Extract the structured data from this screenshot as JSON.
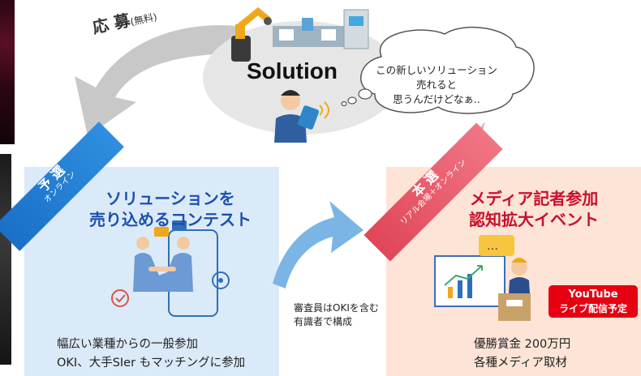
{
  "apply": {
    "label": "応 募",
    "free": "(無料)"
  },
  "solution": {
    "label": "Solution"
  },
  "thought": {
    "line1": "この新しいソリューション",
    "line2": "売れると",
    "line3": "思うんだけどなぁ.."
  },
  "yosen": {
    "ribbon_main": "予 選",
    "ribbon_sub": "オンライン",
    "title_line1": "ソリューションを",
    "title_line2": "売り込めるコンテスト",
    "desc_line1": "幅広い業種からの一般参加",
    "desc_line2": "OKI、大手SIer もマッチングに参加"
  },
  "judges": {
    "line1": "審査員はOKIを含む",
    "line2": "有識者で構成"
  },
  "honsen": {
    "ribbon_main": "本 選",
    "ribbon_sub": "リアル会場＋オンライン",
    "title_line1": "メディア記者参加",
    "title_line2": "認知拡大イベント",
    "desc_line1": "優勝賞金 200万円",
    "desc_line2": "各種メディア取材"
  },
  "youtube": {
    "line1": "YouTube",
    "line2": "ライブ配信予定"
  },
  "icons": {
    "robot_arm": "robot-arm-icon",
    "factory": "factory-line-icon",
    "person_tablet": "person-with-tablet-icon",
    "handshake": "handshake-icon",
    "presenter": "presenter-icon"
  },
  "colors": {
    "blue_title": "#1c4fb0",
    "red_title": "#c8102e",
    "yosen_bg": "#dbeaf8",
    "honsen_bg": "#fde4d6",
    "arrow_blue": "#7ab5e6",
    "youtube_red": "#e60012"
  }
}
